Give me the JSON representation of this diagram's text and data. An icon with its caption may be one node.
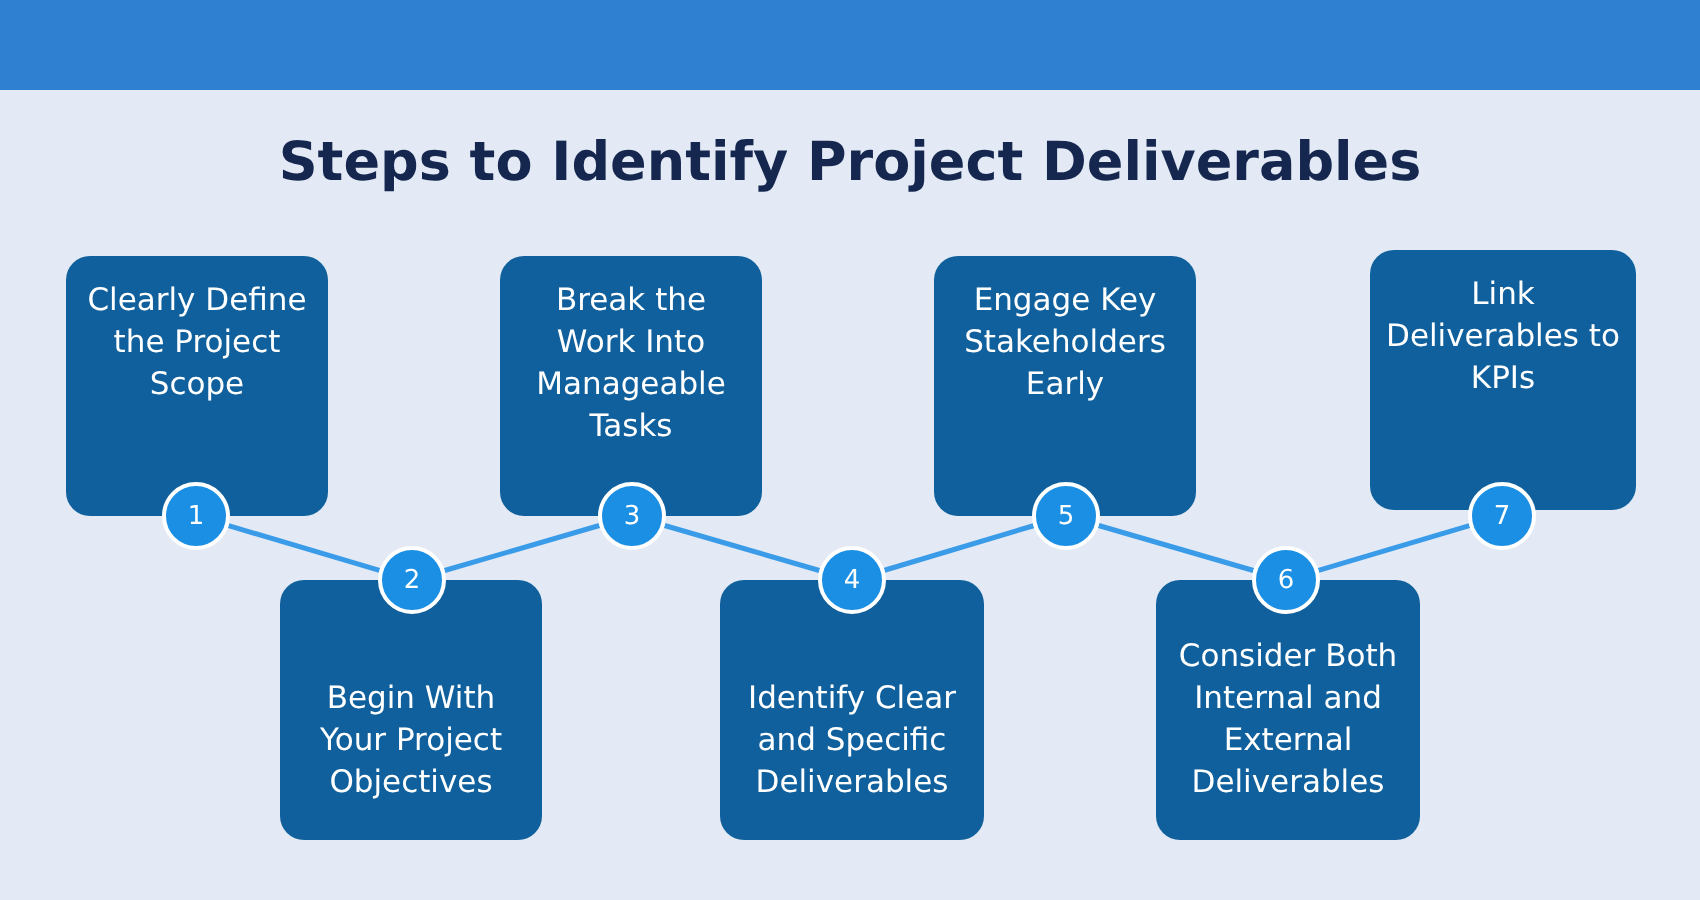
{
  "diagram": {
    "title": "Steps to Identify Project Deliverables",
    "nodes": [
      {
        "text": [
          "Clearly Define the Project Scope"
        ]
      },
      {
        "text": [
          "Begin With Your Project Objectives"
        ]
      },
      {
        "text": [
          "Break the Work Into Manageable Tasks"
        ]
      },
      {
        "text": [
          "Identify Clear and Specific Deliverables"
        ]
      },
      {
        "text": [
          "Engage Key Stakeholders Early"
        ]
      },
      {
        "text": [
          "Consider Both Internal and External Deliverables"
        ]
      },
      {
        "text": [
          "Link Deliverables to KPIs"
        ]
      },
      {
        "text": [
          "1"
        ]
      },
      {
        "text": [
          "2"
        ]
      },
      {
        "text": [
          "3"
        ]
      },
      {
        "text": [
          "4"
        ]
      },
      {
        "text": [
          "5"
        ]
      },
      {
        "text": [
          "6"
        ]
      },
      {
        "text": [
          "7"
        ]
      }
    ],
    "edges": [
      {
        "from": 7,
        "to": 8,
        "arrow": "none"
      },
      {
        "from": 8,
        "to": 9,
        "arrow": "none"
      },
      {
        "from": 9,
        "to": 10,
        "arrow": "none"
      },
      {
        "from": 10,
        "to": 11,
        "arrow": "none"
      },
      {
        "from": 11,
        "to": 12,
        "arrow": "none"
      },
      {
        "from": 12,
        "to": 13,
        "arrow": "none"
      }
    ]
  }
}
